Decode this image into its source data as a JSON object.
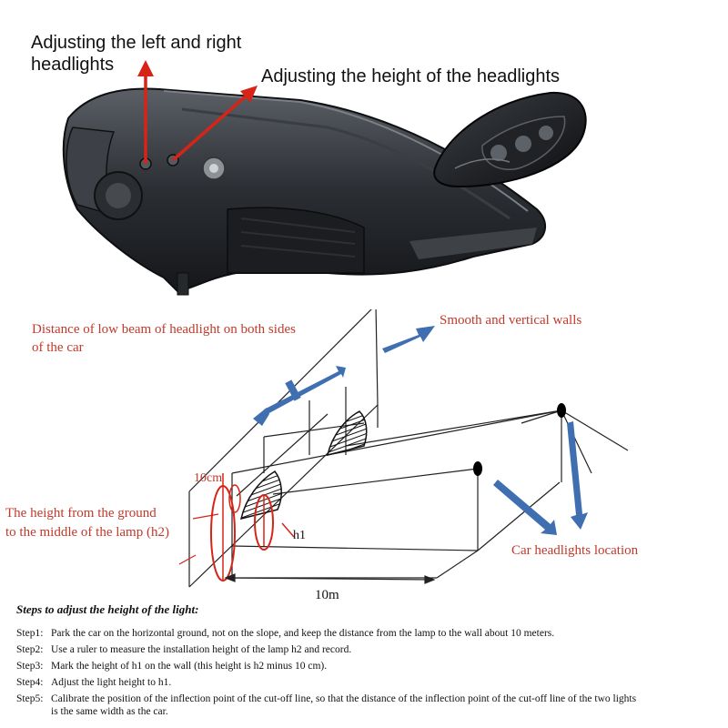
{
  "photo": {
    "label_left_right": [
      "Adjusting the left and right",
      "headlights"
    ],
    "label_height": "Adjusting the height of the headlights"
  },
  "diagram": {
    "label_distance": [
      "Distance of low beam of headlight on both sides",
      "of the car"
    ],
    "label_walls": "Smooth and vertical walls",
    "label_ground_height": [
      "The height from the ground",
      "to the middle of the lamp (h2)"
    ],
    "label_10cm": "10cm",
    "label_h1": "h1",
    "label_10m": "10m",
    "label_location": "Car headlights location",
    "colors": {
      "red": "#d62418",
      "blue": "#3f6fb0",
      "label_red": "#c0392b"
    }
  },
  "steps": {
    "title": "Steps to adjust the height of the light:",
    "items": [
      {
        "key": "Step1:",
        "text": "Park the car on the horizontal ground, not on the slope, and keep the distance from the lamp to the wall about 10 meters."
      },
      {
        "key": "Step2:",
        "text": "Use a ruler to measure the installation height of the lamp h2 and record."
      },
      {
        "key": "Step3:",
        "text": "Mark the height of h1 on the wall (this height is h2 minus 10 cm)."
      },
      {
        "key": "Step4:",
        "text": "Adjust the light height to h1."
      },
      {
        "key": "Step5:",
        "text": "Calibrate the position of the inflection point of the cut-off line, so that the distance of the inflection point of the cut-off line of the two lights",
        "text_cont": "is the same width as the car."
      }
    ]
  }
}
